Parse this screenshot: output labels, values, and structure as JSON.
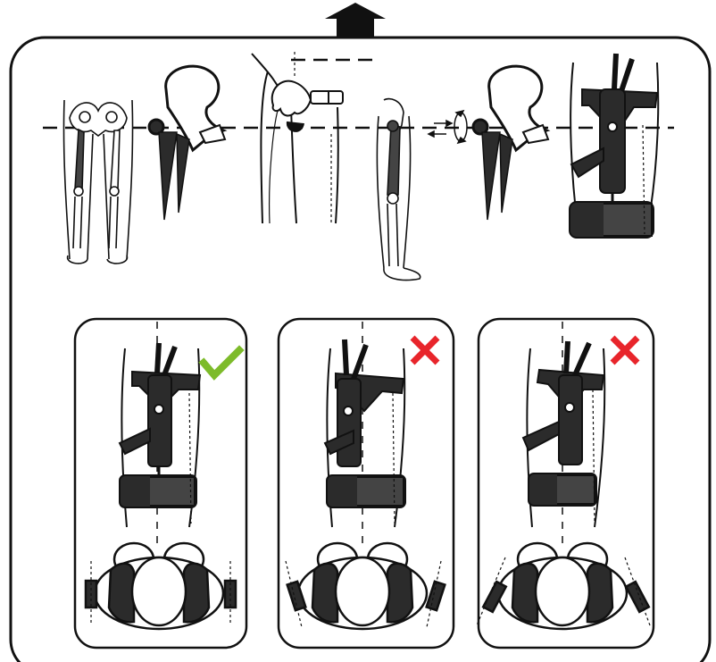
{
  "colors": {
    "outline": "#111111",
    "strap": "#2b2b2b",
    "bone_fill": "#ffffff",
    "highlight_bone": "#444444",
    "correct": "#7dbb2a",
    "incorrect": "#e8252b",
    "background": "#ffffff"
  },
  "icons": {
    "top": "up-arrow-icon",
    "rotation": "rotation-icon",
    "correct": "checkmark-icon",
    "incorrect": "cross-icon"
  },
  "panels": [
    {
      "status": "correct",
      "strap_angle": 0
    },
    {
      "status": "incorrect",
      "strap_angle": 18
    },
    {
      "status": "incorrect",
      "strap_angle": 28
    }
  ]
}
